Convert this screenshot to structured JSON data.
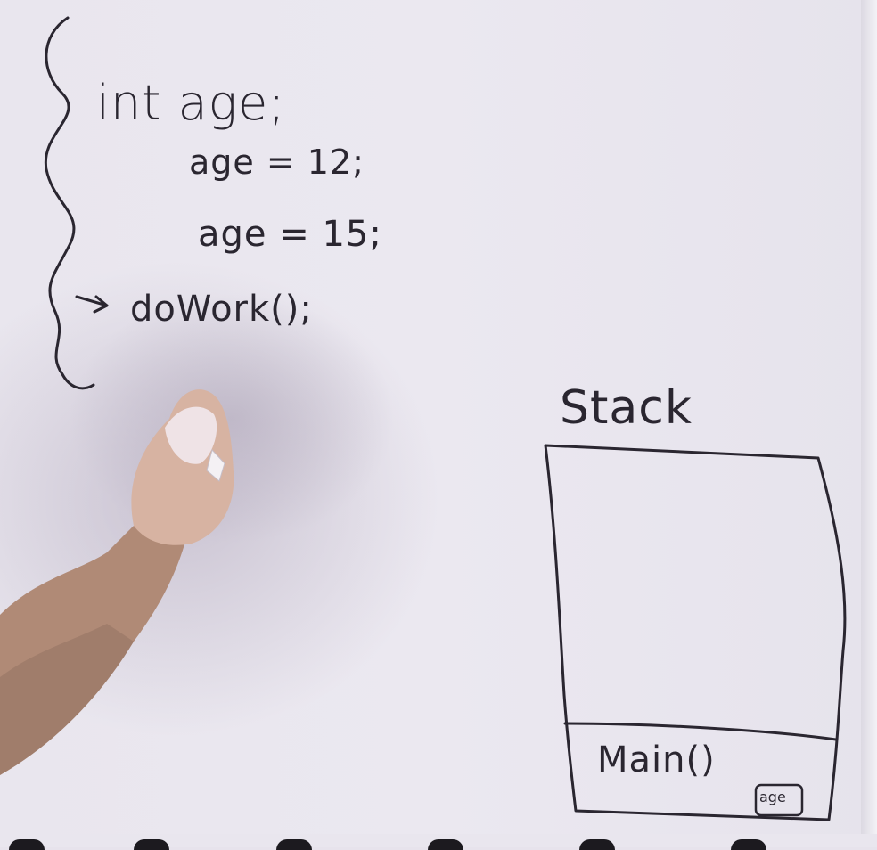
{
  "whiteboard": {
    "code": {
      "line1": "int age;",
      "line2": "age = 12;",
      "line3": "age = 15;",
      "line4": "doWork();"
    },
    "stack": {
      "title": "Stack",
      "frame_label": "Main()",
      "variable_label": "age"
    }
  }
}
